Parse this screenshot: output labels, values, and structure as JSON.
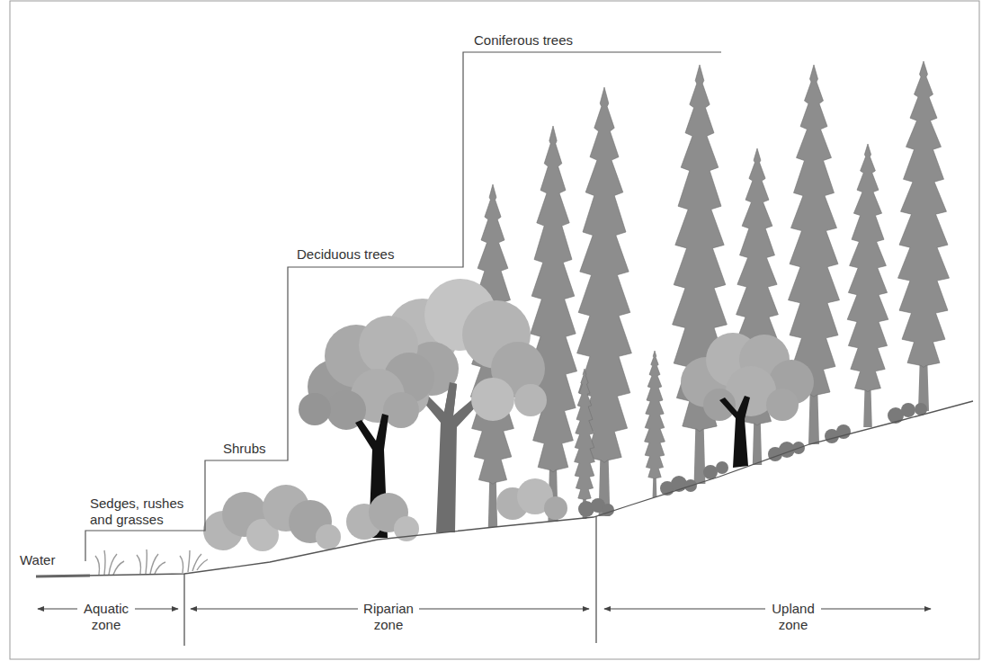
{
  "diagram": {
    "labels": [
      "Coniferous trees",
      "Deciduous trees",
      "Shrubs",
      "Sedges, rushes and grasses",
      "Water",
      "Aquatic zone",
      "Riparian zone",
      "Upland zone"
    ]
  }
}
